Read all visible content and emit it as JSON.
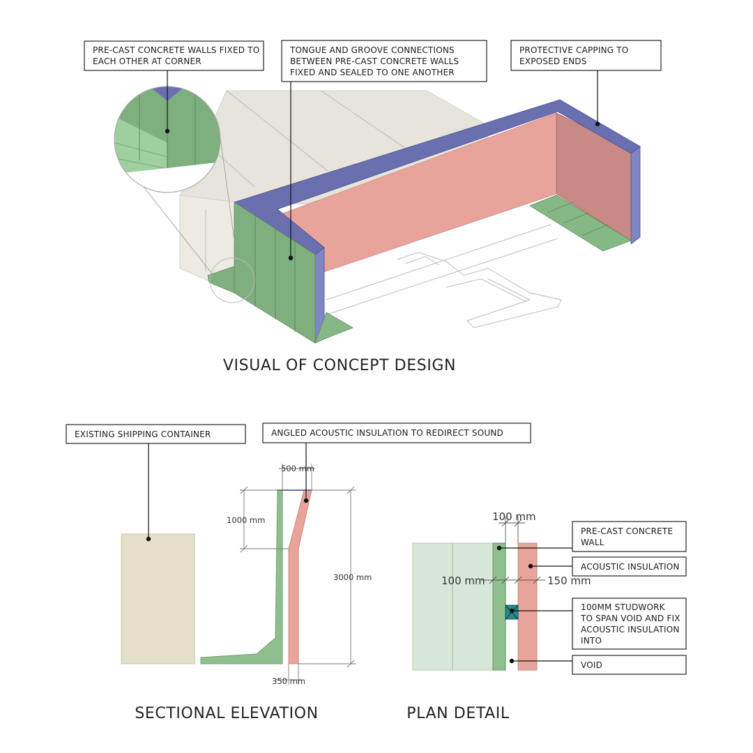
{
  "headings": {
    "concept": "VISUAL OF CONCEPT DESIGN",
    "section": "SECTIONAL ELEVATION",
    "plan": "PLAN DETAIL"
  },
  "callouts": {
    "corner": [
      "PRE-CAST CONCRETE WALLS FIXED TO",
      "EACH OTHER AT CORNER"
    ],
    "tongue": [
      "TONGUE AND GROOVE CONNECTIONS",
      "BETWEEN PRE-CAST CONCRETE WALLS",
      "FIXED AND SEALED TO ONE ANOTHER"
    ],
    "capping": [
      "PROTECTIVE CAPPING TO",
      "EXPOSED ENDS"
    ],
    "container": [
      "EXISTING SHIPPING CONTAINER"
    ],
    "angled": [
      "ANGLED ACOUSTIC INSULATION TO REDIRECT SOUND"
    ],
    "precast": [
      "PRE-CAST CONCRETE",
      "WALL"
    ],
    "insulation": [
      "ACOUSTIC INSULATION"
    ],
    "studwork": [
      "100MM STUDWORK",
      "TO SPAN VOID AND FIX",
      "ACOUSTIC INSULATION",
      "INTO"
    ],
    "void": [
      "VOID"
    ]
  },
  "dimensions": {
    "section_top": "500 mm",
    "section_upper": "1000 mm",
    "section_height": "3000 mm",
    "section_base": "350 mm",
    "plan_top": "100 mm",
    "plan_left": "100 mm",
    "plan_right": "150 mm"
  },
  "colors": {
    "concrete_green": "#8fbf8f",
    "concrete_green_dark": "#6fa06f",
    "insulation_pink": "#e8a49b",
    "capping_blue": "#6a6fb0",
    "container_beige": "#e3dfc8",
    "studwork_teal": "#2a8a8a"
  }
}
